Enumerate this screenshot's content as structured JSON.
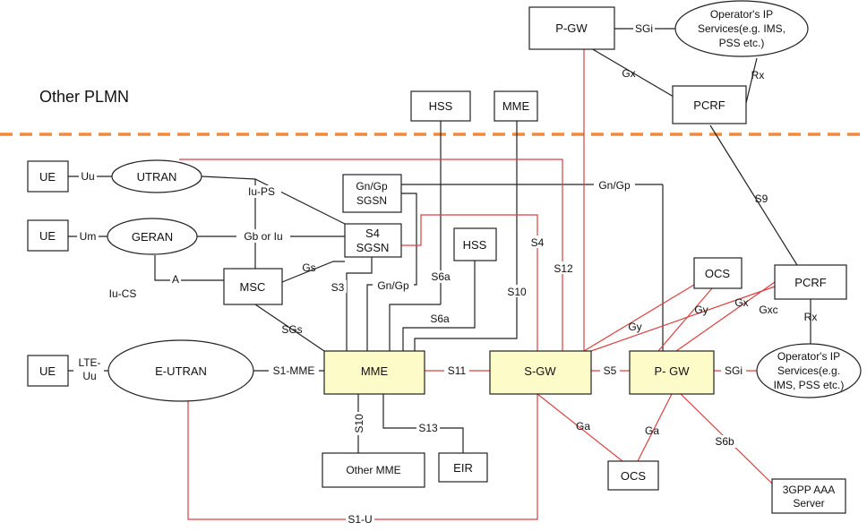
{
  "region_label": "Other PLMN",
  "colors": {
    "divider": "#f08a3c",
    "red_link": "#d94040",
    "black_link": "#222222",
    "highlight_fill": "#fdfcc8",
    "box_stroke": "#222222"
  },
  "nodes": {
    "pgw_top": "P-GW",
    "ip_services_top_line1": "Operator's IP",
    "ip_services_top_line2": "Services(e.g. IMS,",
    "ip_services_top_line3": "PSS etc.)",
    "pcrf_top": "PCRF",
    "hss_top": "HSS",
    "mme_top": "MME",
    "ue1": "UE",
    "ue2": "UE",
    "ue3": "UE",
    "utran": "UTRAN",
    "geran": "GERAN",
    "e_utran": "E-UTRAN",
    "gn_gp_sgsn_line1": "Gn/Gp",
    "gn_gp_sgsn_line2": "SGSN",
    "s4_sgsn_line1": "S4",
    "s4_sgsn_line2": "SGSN",
    "msc": "MSC",
    "hss_mid": "HSS",
    "mme_main": "MME",
    "sgw": "S-GW",
    "pgw_main": "P- GW",
    "ocs_top": "OCS",
    "pcrf_right": "PCRF",
    "ip_services_right_line1": "Operator's IP",
    "ip_services_right_line2": "Services(e.g.",
    "ip_services_right_line3": "IMS, PSS etc.)",
    "other_mme": "Other MME",
    "eir": "EIR",
    "ocs_bottom": "OCS",
    "aaa_line1": "3GPP AAA",
    "aaa_line2": "Server"
  },
  "labels": {
    "sgi_top": "SGi",
    "gx_top": "Gx",
    "rx_top": "Rx",
    "s9": "S9",
    "uu": "Uu",
    "um": "Um",
    "iu_ps": "Iu-PS",
    "gb_or_iu": "Gb or Iu",
    "a": "A",
    "iu_cs": "Iu-CS",
    "gs": "Gs",
    "gn_gp_right": "Gn/Gp",
    "s4": "S4",
    "s12": "S12",
    "s6a_upper": "S6a",
    "s6a_lower": "S6a",
    "s10": "S10",
    "s3": "S3",
    "gn_gp_low": "Gn/Gp",
    "sgs": "SGs",
    "lte_uu_line1": "LTE-",
    "lte_uu_line2": "Uu",
    "s1_mme": "S1-MME",
    "s11": "S11",
    "s5": "S5",
    "sgi_right": "SGi",
    "gy_upper": "Gy",
    "gy_lower": "Gy",
    "gx_right": "Gx",
    "gxc": "Gxc",
    "rx_right": "Rx",
    "s10_vertical": "S10",
    "s13": "S13",
    "ga_left": "Ga",
    "ga_right": "Ga",
    "s6b": "S6b",
    "s1_u": "S1-U"
  }
}
